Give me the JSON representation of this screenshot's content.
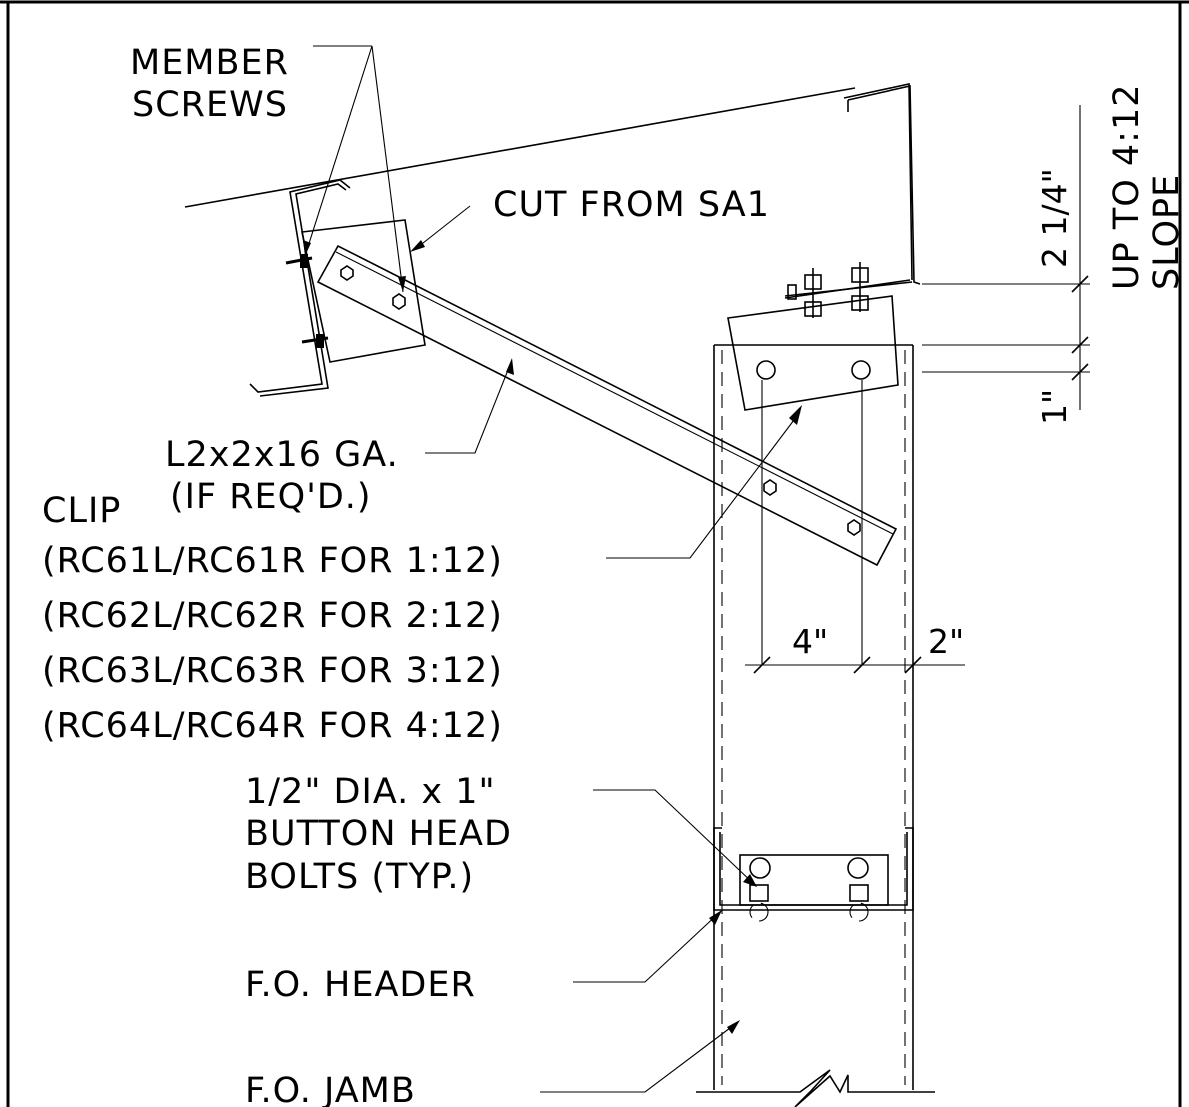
{
  "labels": {
    "member_screws_line1": "MEMBER",
    "member_screws_line2": "SCREWS",
    "cut_from": "CUT FROM SA1",
    "angle": "L2x2x16 GA.",
    "if_reqd": "(IF REQ'D.)",
    "clip": "CLIP",
    "clip_options": [
      "(RC61L/RC61R FOR 1:12)",
      "(RC62L/RC62R FOR 2:12)",
      "(RC63L/RC63R FOR 3:12)",
      "(RC64L/RC64R FOR 4:12)"
    ],
    "bolts_line1": "1/2\" DIA. x 1\"",
    "bolts_line2": "BUTTON HEAD",
    "bolts_line3": "BOLTS (TYP.)",
    "header": "F.O. HEADER",
    "jamb": "F.O. JAMB"
  },
  "dimensions": {
    "d_2_1_4": "2 1/4\"",
    "d_1": "1\"",
    "d_4": "4\"",
    "d_2": "2\"",
    "slope_line1": "UP TO 4:12",
    "slope_line2": "SLOPE"
  }
}
